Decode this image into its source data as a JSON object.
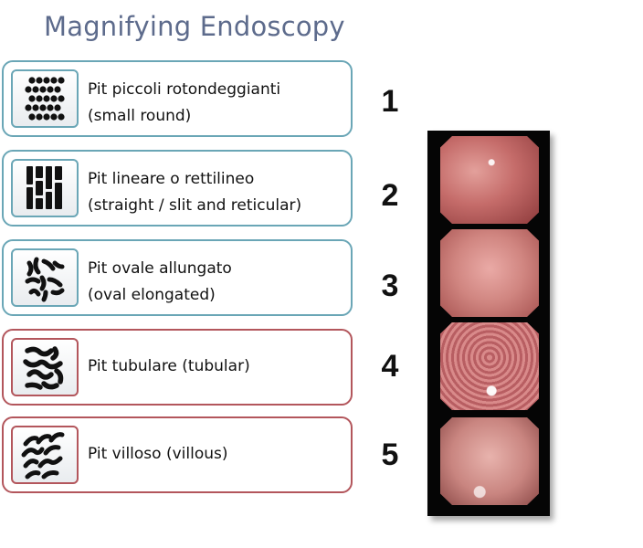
{
  "title": "Magnifying Endoscopy",
  "rows": [
    {
      "number": "1",
      "line1": "Pit piccoli rotondeggianti",
      "line2": "(small round)",
      "icon": "small-round-pit-icon"
    },
    {
      "number": "2",
      "line1": "Pit lineare o rettilineo",
      "line2": "(straight / slit and reticular)",
      "icon": "straight-pit-icon"
    },
    {
      "number": "3",
      "line1": "Pit ovale allungato",
      "line2": "(oval elongated)",
      "icon": "oval-elongated-pit-icon"
    },
    {
      "number": "4",
      "line1": "Pit tubulare (tubular)",
      "line2": "",
      "icon": "tubular-pit-icon"
    },
    {
      "number": "5",
      "line1": "Pit villoso (villous)",
      "line2": "",
      "icon": "villous-pit-icon"
    }
  ],
  "colors": {
    "title": "#5d6b8c",
    "teal_border": "#6aa6b6",
    "maroon_border": "#b3565c",
    "strip_background": "#050505"
  }
}
